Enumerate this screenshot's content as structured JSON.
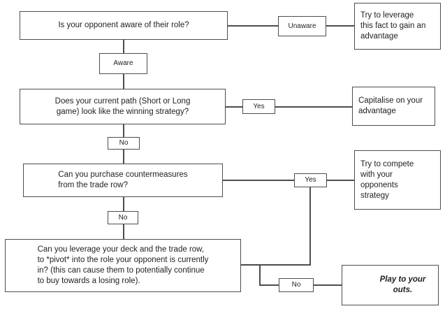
{
  "diagram": {
    "type": "flowchart",
    "nodes": {
      "q1": "Is your opponent aware of their role?",
      "unaware": "Unaware",
      "r1": "Try to leverage\nthis fact to gain an\nadvantage",
      "aware": "Aware",
      "q2": "Does your current path (Short or Long\ngame) look like the winning strategy?",
      "yes1": "Yes",
      "r2": "Capitalise on your\nadvantage",
      "no1": "No",
      "q3": "Can you purchase countermeasures\nfrom the trade row?",
      "yes2": "Yes",
      "r3": "Try to compete\nwith your\nopponents\nstrategy",
      "no2": "No",
      "q4": "Can you leverage your deck and the trade row,\nto *pivot* into the role your opponent is currently\nin? (this can cause them to potentially continue\nto buy towards a losing role).",
      "no3": "No",
      "r4": "Play to your\nouts."
    },
    "colors": {
      "border": "#4d4d4d",
      "connector": "#4d4d4d",
      "text": "#1f1f1f",
      "background": "#ffffff"
    }
  }
}
